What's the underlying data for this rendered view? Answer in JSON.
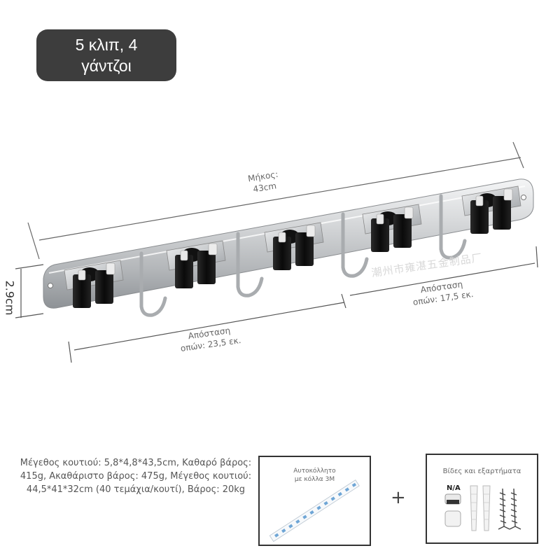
{
  "badge": {
    "line1": "5 κλιπ, 4",
    "line2": "γάντζοι"
  },
  "dimensions": {
    "length_label": "Μήκος:",
    "length_value": "43cm",
    "height_value": "2.9cm",
    "spacing_left_label": "Απόσταση",
    "spacing_left_value": "οπών: 23,5 εκ.",
    "spacing_right_label": "Απόσταση",
    "spacing_right_value": "οπών: 17,5 εκ."
  },
  "watermark": "潮州市雍湛五金制品厂",
  "specs": "Μέγεθος κουτιού: 5,8*4,8*43,5cm, Καθαρό βάρος: 415g, Ακαθάριστο βάρος: 475g, Μέγεθος κουτιού: 44,5*41*32cm (40 τεμάχια/κουτί), Βάρος: 20kg",
  "accessory_tape": {
    "line1": "Αυτοκόλλητο",
    "line2": "με κόλλα 3M"
  },
  "plus": "+",
  "accessory_screws": {
    "title": "Βίδες και εξαρτήματα",
    "cap_label": "N/A"
  },
  "colors": {
    "badge_bg": "#3d3d3d",
    "clip_black": "#141414",
    "rail_silver": "#c9cbcd",
    "border": "#333333"
  },
  "icons": [
    "mop-clip-icon",
    "hook-icon",
    "tape-icon",
    "screw-icon",
    "wall-anchor-icon",
    "cap-icon"
  ]
}
